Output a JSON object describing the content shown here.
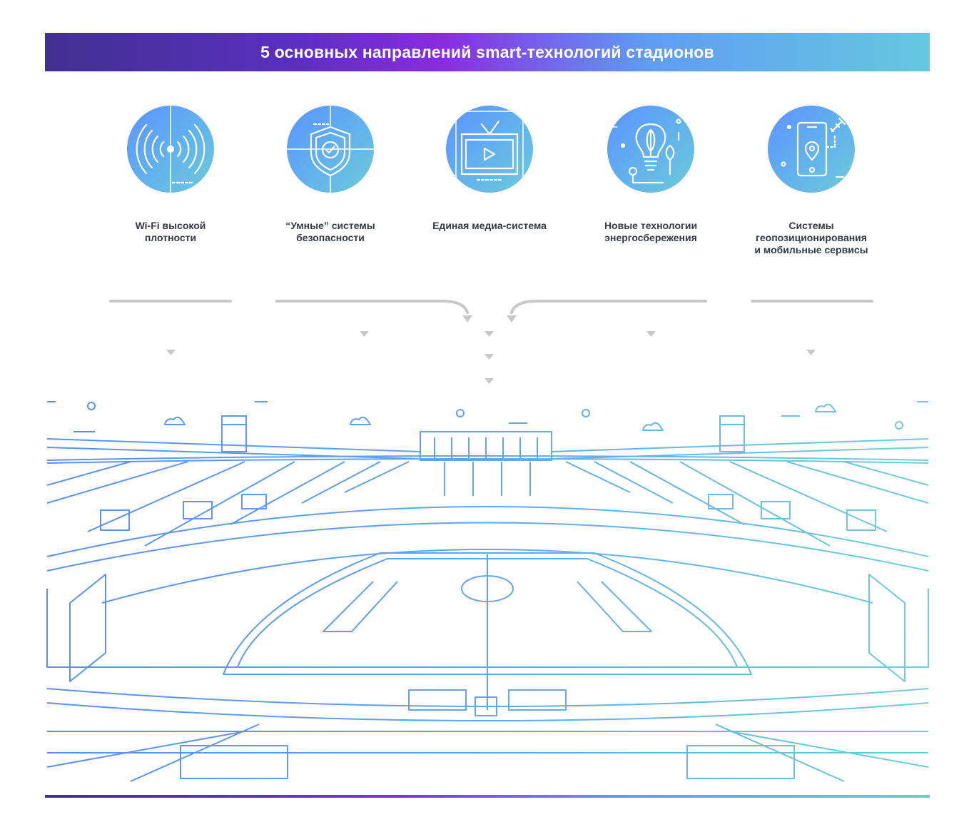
{
  "header": {
    "title": "5 основных направлений smart-технологий стадионов"
  },
  "features": [
    {
      "icon": "wifi-icon",
      "label": "Wi-Fi высокой\nплотности"
    },
    {
      "icon": "security-shield-icon",
      "label": "“Умные” системы\nбезопасности"
    },
    {
      "icon": "tv-media-icon",
      "label": "Единая медиа-система"
    },
    {
      "icon": "energy-bulb-icon",
      "label": "Новые технологии\nэнергосбережения"
    },
    {
      "icon": "geolocation-phone-icon",
      "label": "Системы\nгеопозиционирования\nи мобильные сервисы"
    }
  ],
  "colors": {
    "gradient_start": "#40318f",
    "gradient_mid": "#8a2be2",
    "gradient_end": "#6ccbd9",
    "icon_blue": "#5b93ff",
    "connector_gray": "#c8c8c8"
  }
}
